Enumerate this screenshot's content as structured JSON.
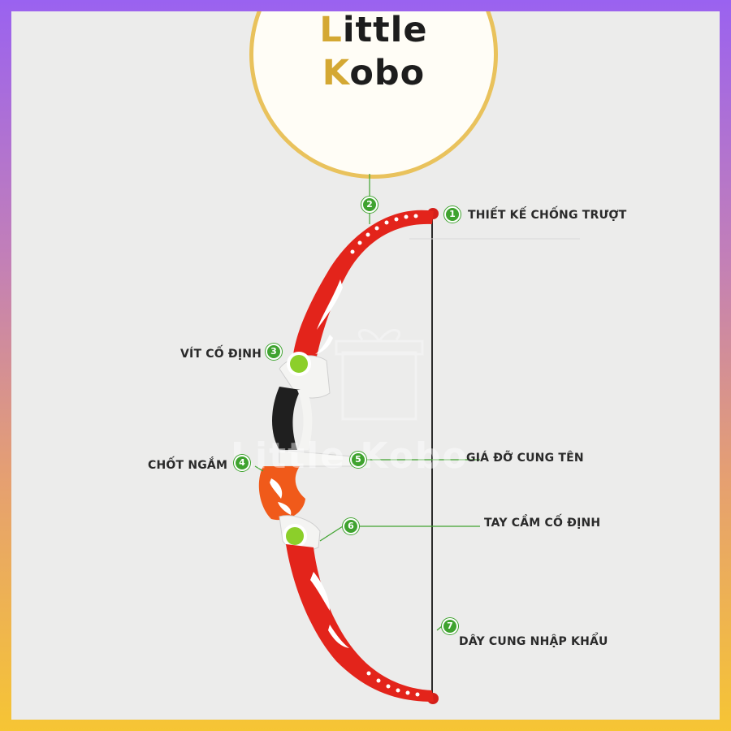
{
  "brand": {
    "line1_accent": "L",
    "line1_rest": "ittle",
    "line2_accent": "K",
    "line2_rest": "obo",
    "watermark": "Little Kobo",
    "gold": "#d4a833",
    "box_icon": "gift-box-icon"
  },
  "product": {
    "name": "toy bow",
    "bow_color": "#e3241b",
    "grip_color": "#1f1f1f",
    "accent_color": "#f05a1a",
    "screw_color": "#8ccf2a"
  },
  "callouts": [
    {
      "number": "1",
      "label": "THIẾT KẾ CHỐNG TRƯỢT"
    },
    {
      "number": "2",
      "label": ""
    },
    {
      "number": "3",
      "label": "VÍT CỐ ĐỊNH"
    },
    {
      "number": "4",
      "label": "CHỐT NGẮM"
    },
    {
      "number": "5",
      "label": "GIÁ ĐỠ CUNG TÊN"
    },
    {
      "number": "6",
      "label": "TAY CẦM CỐ ĐỊNH"
    },
    {
      "number": "7",
      "label": "DÂY CUNG NHẬP KHẨU"
    }
  ],
  "badge_color": "#3fa32f"
}
